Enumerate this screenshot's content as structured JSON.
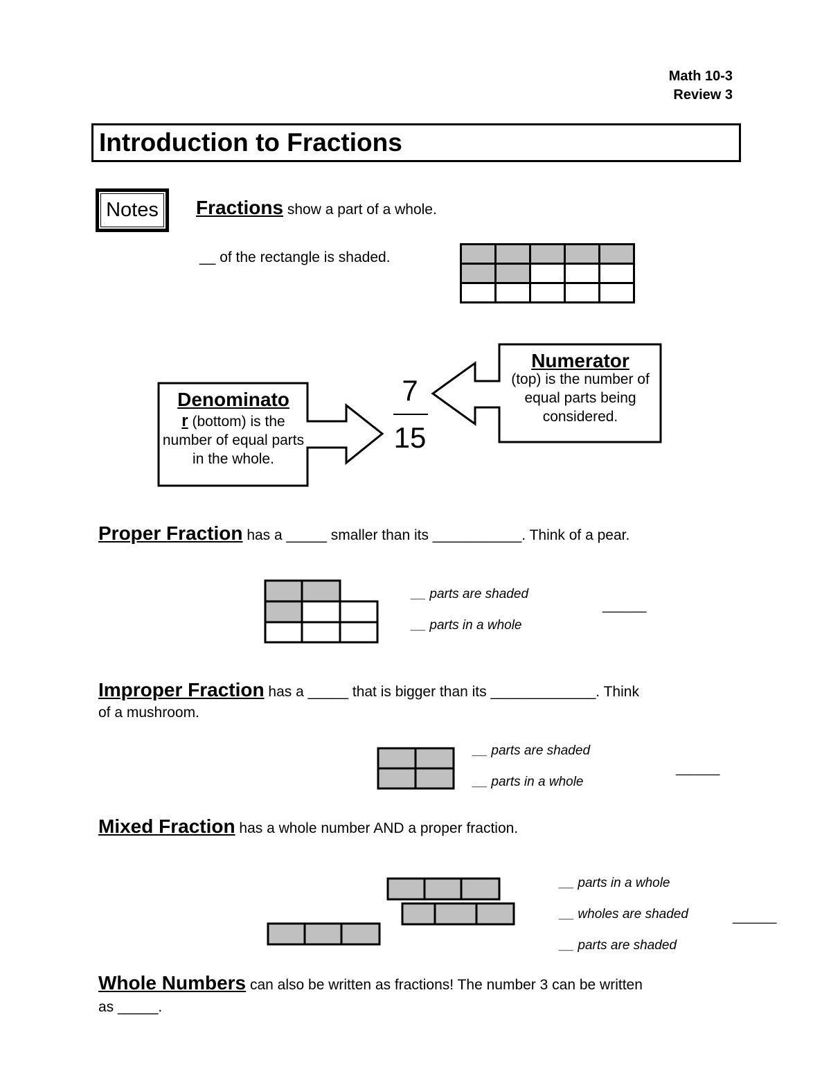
{
  "header": {
    "course": "Math 10-3",
    "review": "Review 3"
  },
  "title": "Introduction to Fractions",
  "notes_label": "Notes",
  "fractions": {
    "term": "Fractions",
    "text": " show a part of a whole.",
    "blank_text": "__  of the rectangle is shaded."
  },
  "diagram": {
    "numerator_value": "7",
    "denominator_value": "15",
    "numerator_title": "Numerator",
    "numerator_desc": "(top) is the number of equal parts being considered.",
    "denominator_title": "Denominato",
    "denominator_title_r": "r",
    "denominator_desc": " (bottom) is the number of equal parts in the whole."
  },
  "proper": {
    "term": "Proper Fraction",
    "text": " has a _____ smaller than its ___________.  Think of a pear.",
    "shaded_label": "__ parts are shaded",
    "whole_label": "__  parts in a whole",
    "answer_blank": "______"
  },
  "improper": {
    "term": "Improper Fraction",
    "text": " has a _____ that is bigger than its _____________.  Think",
    "text2": "of a mushroom.",
    "shaded_label": "__ parts are shaded",
    "whole_label": "__ parts in a whole",
    "answer_blank": "______"
  },
  "mixed": {
    "term": "Mixed Fraction",
    "text": " has a whole number AND a proper fraction.",
    "label_1": "__  parts in a whole",
    "label_2": "__  wholes are shaded",
    "label_3": "__  parts are shaded",
    "answer_blank": "______"
  },
  "whole_numbers": {
    "term": "Whole Numbers",
    "text": " can also be written as fractions!  The number 3 can be written",
    "text2": "as _____."
  },
  "colors": {
    "shaded": "#c0c0c0",
    "ink": "#000000"
  }
}
